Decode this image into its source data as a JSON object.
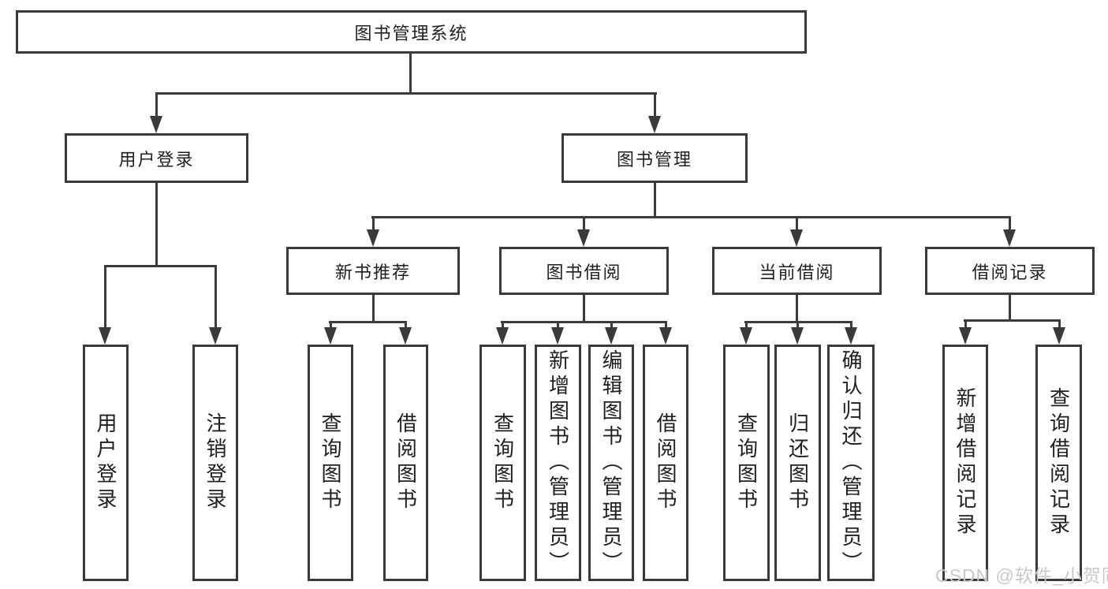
{
  "diagram": {
    "root": "图书管理系统",
    "user_branch": {
      "label": "用户登录",
      "children": [
        "用户登录",
        "注销登录"
      ]
    },
    "management_branch": {
      "label": "图书管理",
      "groups": [
        {
          "label": "新书推荐",
          "children": [
            "查询图书",
            "借阅图书"
          ]
        },
        {
          "label": "图书借阅",
          "children": [
            "查询图书",
            "新增图书（管理员）",
            "编辑图书（管理员）",
            "借阅图书"
          ]
        },
        {
          "label": "当前借阅",
          "children": [
            "查询图书",
            "归还图书",
            "确认归还（管理员）"
          ]
        },
        {
          "label": "借阅记录",
          "children": [
            "新增借阅记录",
            "查询借阅记录"
          ]
        }
      ]
    },
    "watermark": "CSDN @软件_小贺同学",
    "colors": {
      "line": "#3c3c3c",
      "border": "#3a3a3a",
      "text": "#1f1f1f",
      "watermark": "#c9c9c9",
      "background": "#ffffff"
    }
  }
}
